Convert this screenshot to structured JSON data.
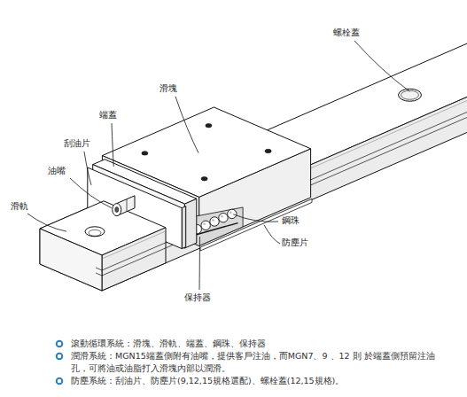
{
  "diagram": {
    "labels": [
      "螺栓蓋",
      "滑塊",
      "端蓋",
      "刮油片",
      "油嘴",
      "滑軌",
      "鋼珠",
      "防塵片",
      "保持器",
      "滾動循環系統：滑塊、滑軌、端蓋、鋼珠、保持器",
      "潤滑系統：MGN15端蓋側附有油嘴，提供客戶注油，而MGN7、9 、12 則 於端蓋側預留注油孔，可將油或油脂打入滑塊內部以潤滑。",
      "防塵系統：刮油片、防塵片(9,12,15規格選配)、螺栓蓋(12,15規格)。"
    ]
  }
}
